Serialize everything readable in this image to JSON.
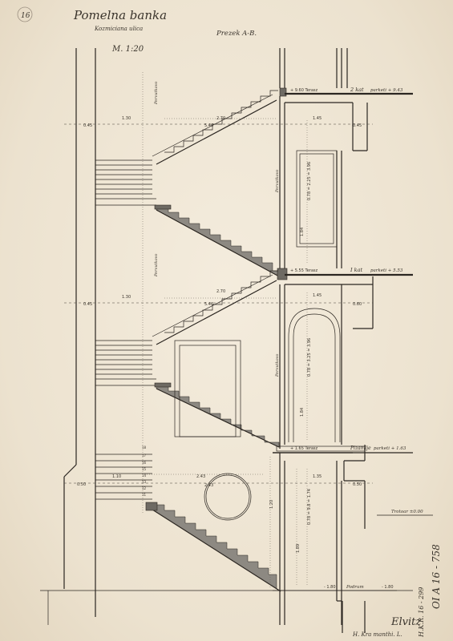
{
  "title": {
    "main": "Pomelna banka",
    "sub": "Kozmiciana ulica",
    "section": "Prezek A-B.",
    "scale": "M. 1:20"
  },
  "sheet_number": "16",
  "levels": {
    "second_floor": {
      "elevation": "+ 9.60 Terasz",
      "label": "2 kat",
      "finish": "parketi + 9.43"
    },
    "first_floor": {
      "elevation": "+ 5.55 Terasz",
      "label": "I kat",
      "finish": "parketi + 5.53"
    },
    "ground_floor": {
      "elevation": "+ 1.65 Terasz",
      "label": "Pizamlje",
      "finish": "parketi + 1.63"
    },
    "sidewalk": {
      "label": "Trotoar ±0.00"
    },
    "basement": {
      "label": "Podrum",
      "dim_left": "- 1.80",
      "dim_right": "- 1.80"
    }
  },
  "dimensions": {
    "upper": [
      "1.30",
      "2.70",
      "1.45",
      "0.45",
      "0.45",
      "5.46"
    ],
    "middle": [
      "1.30",
      "2.70",
      "1.45",
      "0.60",
      "0.45",
      "5.46"
    ],
    "lower": [
      "1.10",
      "2.43",
      "2.43",
      "1.35",
      "0.50",
      "0.50"
    ],
    "vertical": [
      "0.78 = 2.25 = 3.96",
      "1.84",
      "0.78 = 3.25 = 3.96",
      "1.84",
      "1.20",
      "0.78 = 9.8 = 1.74",
      "1.89"
    ]
  },
  "stair_labels": [
    "Pervutkovo",
    "Pervutkovo",
    "Pervutkovo",
    "Pervutkovo"
  ],
  "annotation_right": "H.K.R. 16 - 299",
  "annotation_code": "OI A 16 - 758",
  "signature": "Elvitz",
  "stamp_note": "H. Kra manthi. L."
}
